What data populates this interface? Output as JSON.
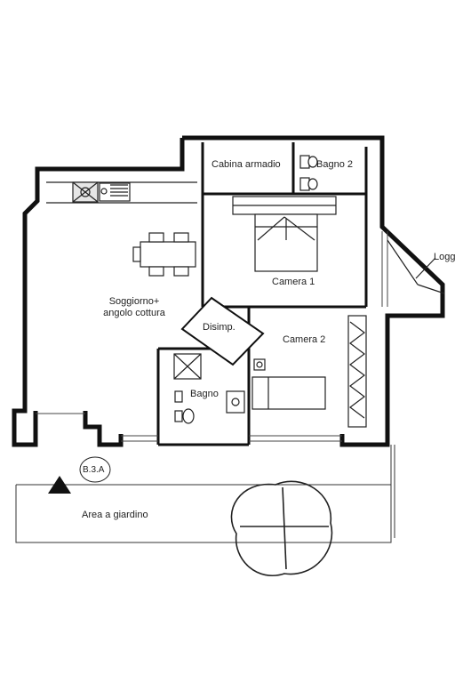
{
  "rooms": {
    "cabina_armadio": "Cabina armadio",
    "bagno_2": "Bagno 2",
    "soggiorno_line1": "Soggiorno+",
    "soggiorno_line2": "angolo cottura",
    "camera_1": "Camera 1",
    "disimpegno": "Disimp.",
    "camera_2": "Camera 2",
    "bagno": "Bagno",
    "loggia": "Logg"
  },
  "marker": {
    "unit_code": "B.3.A"
  },
  "garden": {
    "label": "Area a giardino"
  }
}
